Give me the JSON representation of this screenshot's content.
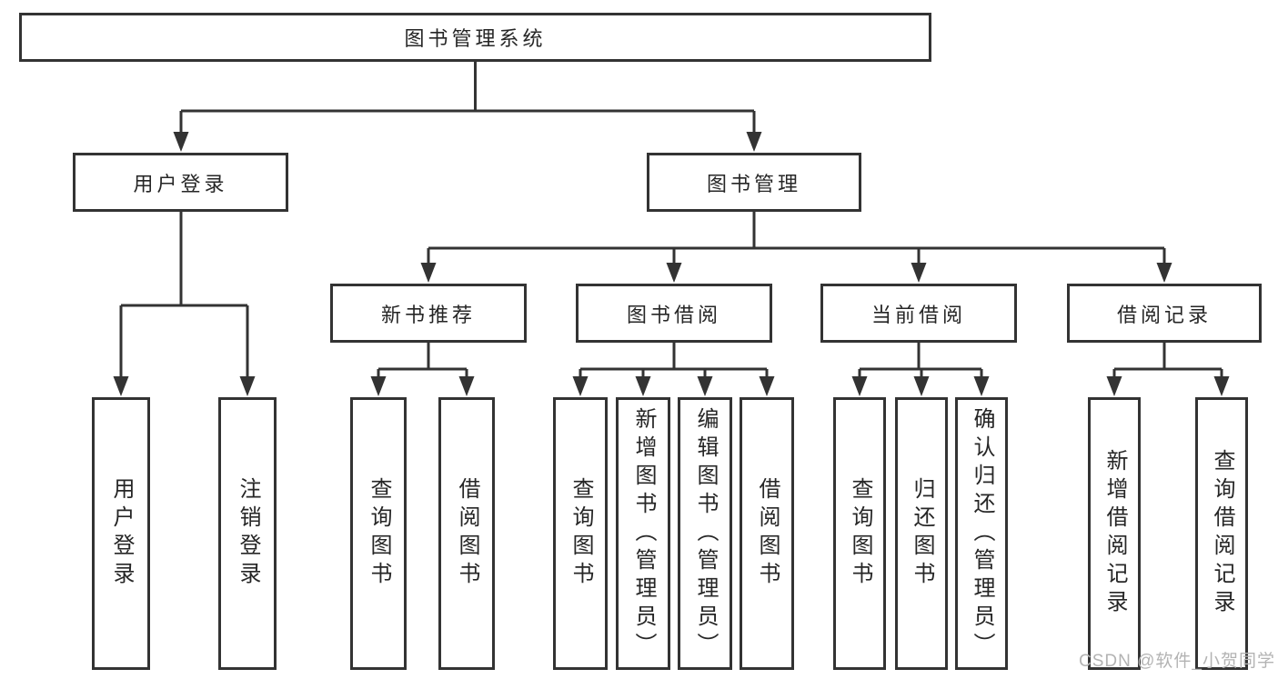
{
  "diagram": {
    "root": {
      "label": "图书管理系统"
    },
    "branches": [
      {
        "label": "用户登录",
        "children": [
          {
            "label": "用户登录"
          },
          {
            "label": "注销登录"
          }
        ]
      },
      {
        "label": "图书管理",
        "children": [
          {
            "label": "新书推荐",
            "children": [
              {
                "label": "查询图书"
              },
              {
                "label": "借阅图书"
              }
            ]
          },
          {
            "label": "图书借阅",
            "children": [
              {
                "label": "查询图书"
              },
              {
                "label": "新增图书（管理员）"
              },
              {
                "label": "编辑图书（管理员）"
              },
              {
                "label": "借阅图书"
              }
            ]
          },
          {
            "label": "当前借阅",
            "children": [
              {
                "label": "查询图书"
              },
              {
                "label": "归还图书"
              },
              {
                "label": "确认归还（管理员）"
              }
            ]
          },
          {
            "label": "借阅记录",
            "children": [
              {
                "label": "新增借阅记录"
              },
              {
                "label": "查询借阅记录"
              }
            ]
          }
        ]
      }
    ]
  },
  "watermark": {
    "text": "CSDN @软件_小贺同学"
  },
  "colors": {
    "line": "#333333",
    "box_border": "#333333",
    "text": "#262626",
    "watermark": "#b3b3b3",
    "background": "#ffffff"
  }
}
